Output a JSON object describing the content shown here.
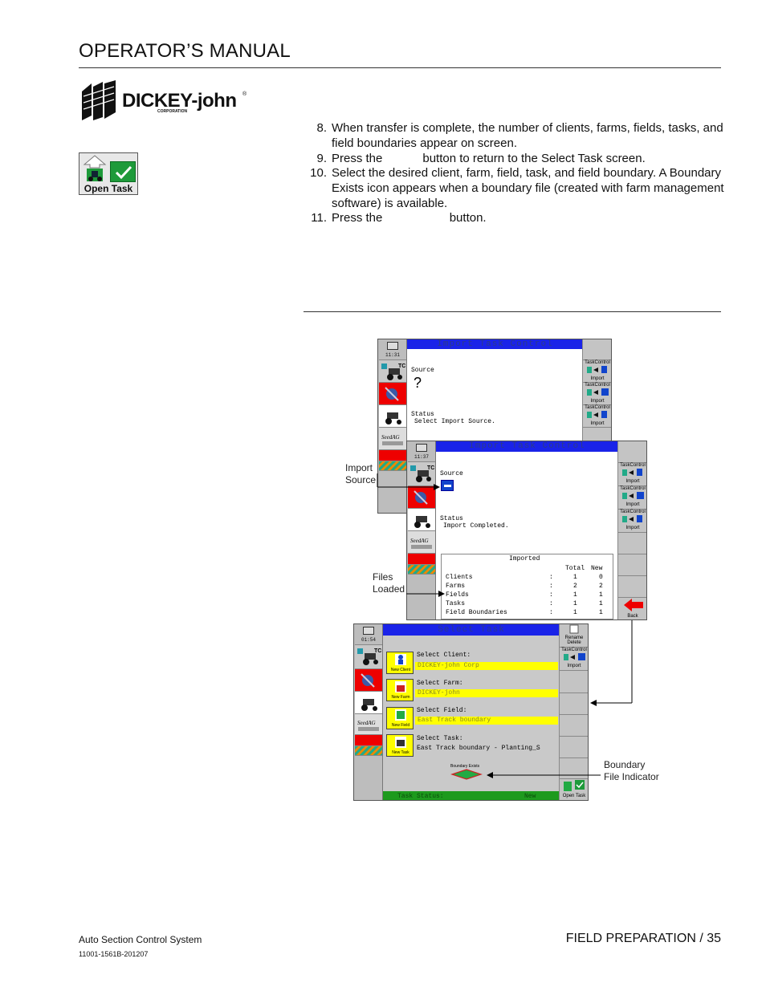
{
  "header": {
    "title": "OPERATOR’S MANUAL"
  },
  "logo": {
    "text": "DICKEY-john",
    "sub": "CORPORATION",
    "registered": "®"
  },
  "open_task_icon": {
    "label": "Open Task"
  },
  "steps": [
    {
      "num": "8.",
      "text": "When transfer is complete, the number of clients, farms, fields, tasks, and field boundaries appear on screen."
    },
    {
      "num": "9.",
      "text": "Press the            button to return to the Select Task screen."
    },
    {
      "num": "10.",
      "text": "Select the desired client, farm, field, task, and field boundary. A Boundary Exists icon appears when a boundary file (created with farm management software) is available."
    },
    {
      "num": "11.",
      "text": "Press the                    button."
    }
  ],
  "screen1": {
    "title": "Import Task Control",
    "time": "11:31",
    "source_label": "Source",
    "source_value": "?",
    "status_label": "Status",
    "status_value": "Select Import Source.",
    "right_buttons": [
      "TaskControl",
      "Import",
      "TaskControl",
      "Import",
      "TaskControl",
      "Import"
    ]
  },
  "screen2": {
    "title": "Import Task Control",
    "time": "11:37",
    "source_label": "Source",
    "status_label": "Status",
    "status_value": "Import Completed.",
    "imported_title": "Imported",
    "col_total": "Total",
    "col_new": "New",
    "rows": [
      {
        "name": "Clients",
        "total": "1",
        "new": "0"
      },
      {
        "name": "Farms",
        "total": "2",
        "new": "2"
      },
      {
        "name": "Fields",
        "total": "1",
        "new": "1"
      },
      {
        "name": "Tasks",
        "total": "1",
        "new": "1"
      },
      {
        "name": "Field Boundaries",
        "total": "1",
        "new": "1"
      }
    ],
    "back_label": "Back"
  },
  "screen3": {
    "title": "Select Task",
    "time": "01:54",
    "client_label": "Select Client:",
    "client_value": "DICKEY-john Corp",
    "farm_label": "Select Farm:",
    "farm_value": "DICKEY-john",
    "field_label": "Select Field:",
    "field_value": "East Track boundary",
    "task_label": "Select Task:",
    "task_value": "East Track boundary - Planting_S",
    "new_client": "New Client",
    "new_farm": "New Farm",
    "new_field": "New Field",
    "new_task": "New Task",
    "boundary_exists": "Boundary Exists",
    "status_label": "Task Status:",
    "status_value": "New",
    "rename_delete": "Rename Delete",
    "open_task": "Open Task"
  },
  "annotations": {
    "import_source": [
      "Import",
      "Source"
    ],
    "files_loaded": [
      "Files",
      "Loaded"
    ],
    "boundary": [
      "Boundary",
      "File Indicator"
    ]
  },
  "footer": {
    "product": "Auto Section Control System",
    "doc_number": "11001-1561B-201207",
    "page": "FIELD PREPARATION / 35"
  }
}
